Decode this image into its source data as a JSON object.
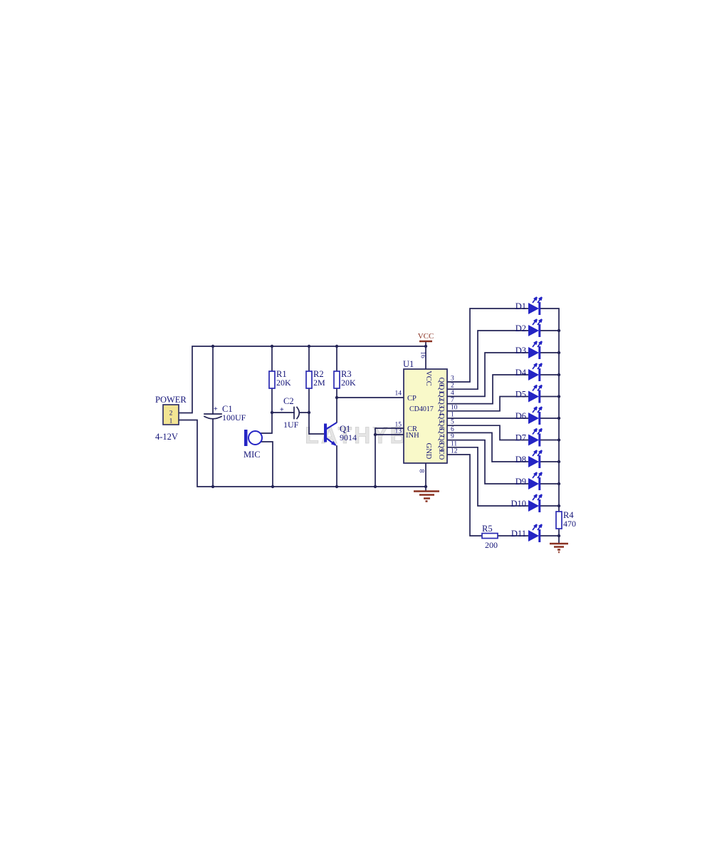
{
  "schematic": {
    "watermark": "LATHYB",
    "power": {
      "label": "POWER",
      "pin2": "2",
      "pin1": "1",
      "voltage": "4-12V"
    },
    "c1": {
      "ref": "C1",
      "value": "100UF",
      "polarity": "+"
    },
    "c2": {
      "ref": "C2",
      "value": "1UF",
      "polarity": "+"
    },
    "r1": {
      "ref": "R1",
      "value": "20K"
    },
    "r2": {
      "ref": "R2",
      "value": "2M"
    },
    "r3": {
      "ref": "R3",
      "value": "20K"
    },
    "r4": {
      "ref": "R4",
      "value": "470"
    },
    "r5": {
      "ref": "R5",
      "value": "200"
    },
    "mic": {
      "ref": "MIC"
    },
    "q1": {
      "ref": "Q1",
      "value": "9014"
    },
    "vcc_net": "VCC",
    "ic": {
      "ref": "U1",
      "part": "CD4017",
      "pin_vcc": {
        "name": "VCC",
        "num": "16"
      },
      "pin_gnd": {
        "name": "GND",
        "num": "8"
      },
      "pin_cp": {
        "name": "CP",
        "num": "14"
      },
      "pin_cr": {
        "name": "CR",
        "num": "15"
      },
      "pin_inh": {
        "name": "INH",
        "num": "13"
      },
      "outputs": [
        {
          "name": "Q0",
          "num": "3"
        },
        {
          "name": "Q1",
          "num": "2"
        },
        {
          "name": "Q2",
          "num": "4"
        },
        {
          "name": "Q3",
          "num": "7"
        },
        {
          "name": "Q4",
          "num": "10"
        },
        {
          "name": "Q5",
          "num": "1"
        },
        {
          "name": "Q6",
          "num": "5"
        },
        {
          "name": "Q7",
          "num": "6"
        },
        {
          "name": "Q8",
          "num": "9"
        },
        {
          "name": "Q9",
          "num": "11"
        },
        {
          "name": "CO",
          "num": "12"
        }
      ]
    },
    "leds": [
      {
        "ref": "D1"
      },
      {
        "ref": "D2"
      },
      {
        "ref": "D3"
      },
      {
        "ref": "D4"
      },
      {
        "ref": "D5"
      },
      {
        "ref": "D6"
      },
      {
        "ref": "D7"
      },
      {
        "ref": "D8"
      },
      {
        "ref": "D9"
      },
      {
        "ref": "D10"
      },
      {
        "ref": "D11"
      }
    ],
    "colors": {
      "wire": "#232355",
      "component_blue": "#2424c4",
      "label_navy": "#141478",
      "power_maroon": "#8a3222",
      "ic_fill": "#f9f9c9",
      "connector_fill": "#f2e493"
    }
  }
}
